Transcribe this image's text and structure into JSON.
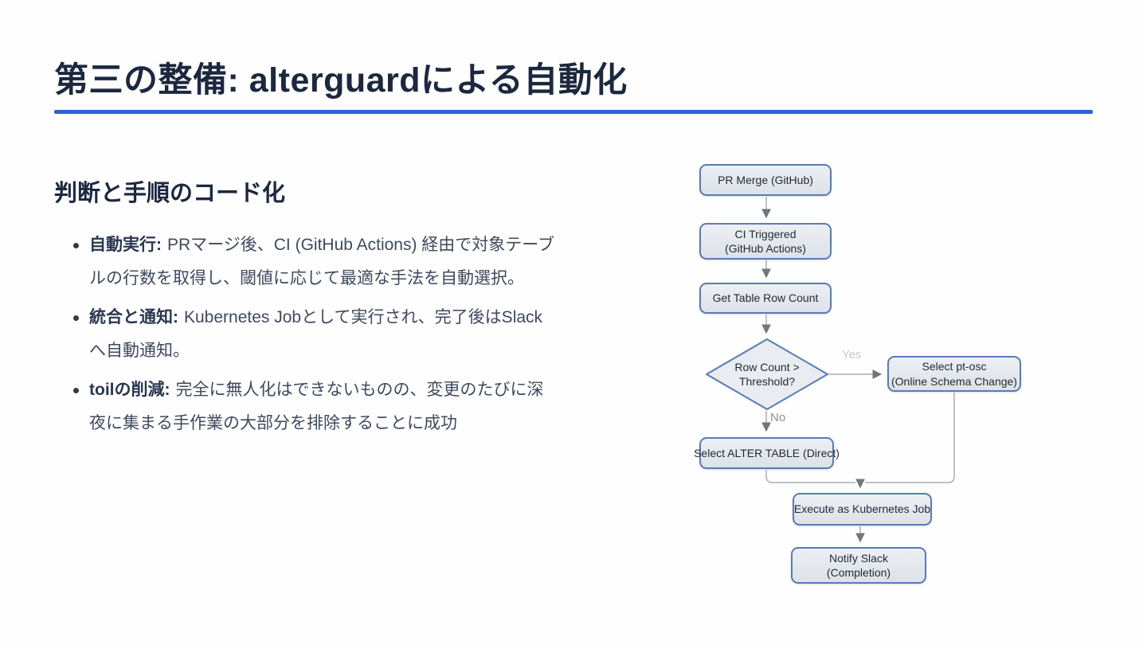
{
  "slide": {
    "title": "第三の整備: alterguardによる自動化",
    "section_heading": "判断と手順のコード化",
    "bullets": [
      {
        "label": "自動実行:",
        "text": "PRマージ後、CI (GitHub Actions) 経由で対象テーブルの行数を取得し、閾値に応じて最適な手法を自動選択。"
      },
      {
        "label": "統合と通知:",
        "text": "Kubernetes Jobとして実行され、完了後はSlackへ自動通知。"
      },
      {
        "label": "toilの削減:",
        "text": "完全に無人化はできないものの、変更のたびに深夜に集まる手作業の大部分を排除することに成功"
      }
    ],
    "colors": {
      "accent_underline": "#2f62d9",
      "title_text": "#1c2840",
      "body_text": "#3d4a5f"
    }
  },
  "flowchart": {
    "nodes": {
      "pr_merge": {
        "line1": "PR Merge (GitHub)"
      },
      "ci_triggered": {
        "line1": "CI Triggered",
        "line2": "(GitHub Actions)"
      },
      "get_row_count": {
        "line1": "Get Table Row Count"
      },
      "decision": {
        "line1": "Row Count >",
        "line2": "Threshold?"
      },
      "pt_osc": {
        "line1": "Select pt-osc",
        "line2": "(Online Schema Change)"
      },
      "alter_table": {
        "line1": "Select ALTER TABLE (Direct)"
      },
      "execute_job": {
        "line1": "Execute as Kubernetes Job"
      },
      "notify_slack": {
        "line1": "Notify Slack",
        "line2": "(Completion)"
      }
    },
    "edge_labels": {
      "yes": "Yes",
      "no": "No"
    },
    "colors": {
      "node_fill": "#e9ecf1",
      "node_border": "#567cb8",
      "connector": "#a9aeb5",
      "arrowhead": "#6e7680",
      "label_yes": "#c7cbd1",
      "label_no": "#8b9199"
    }
  }
}
